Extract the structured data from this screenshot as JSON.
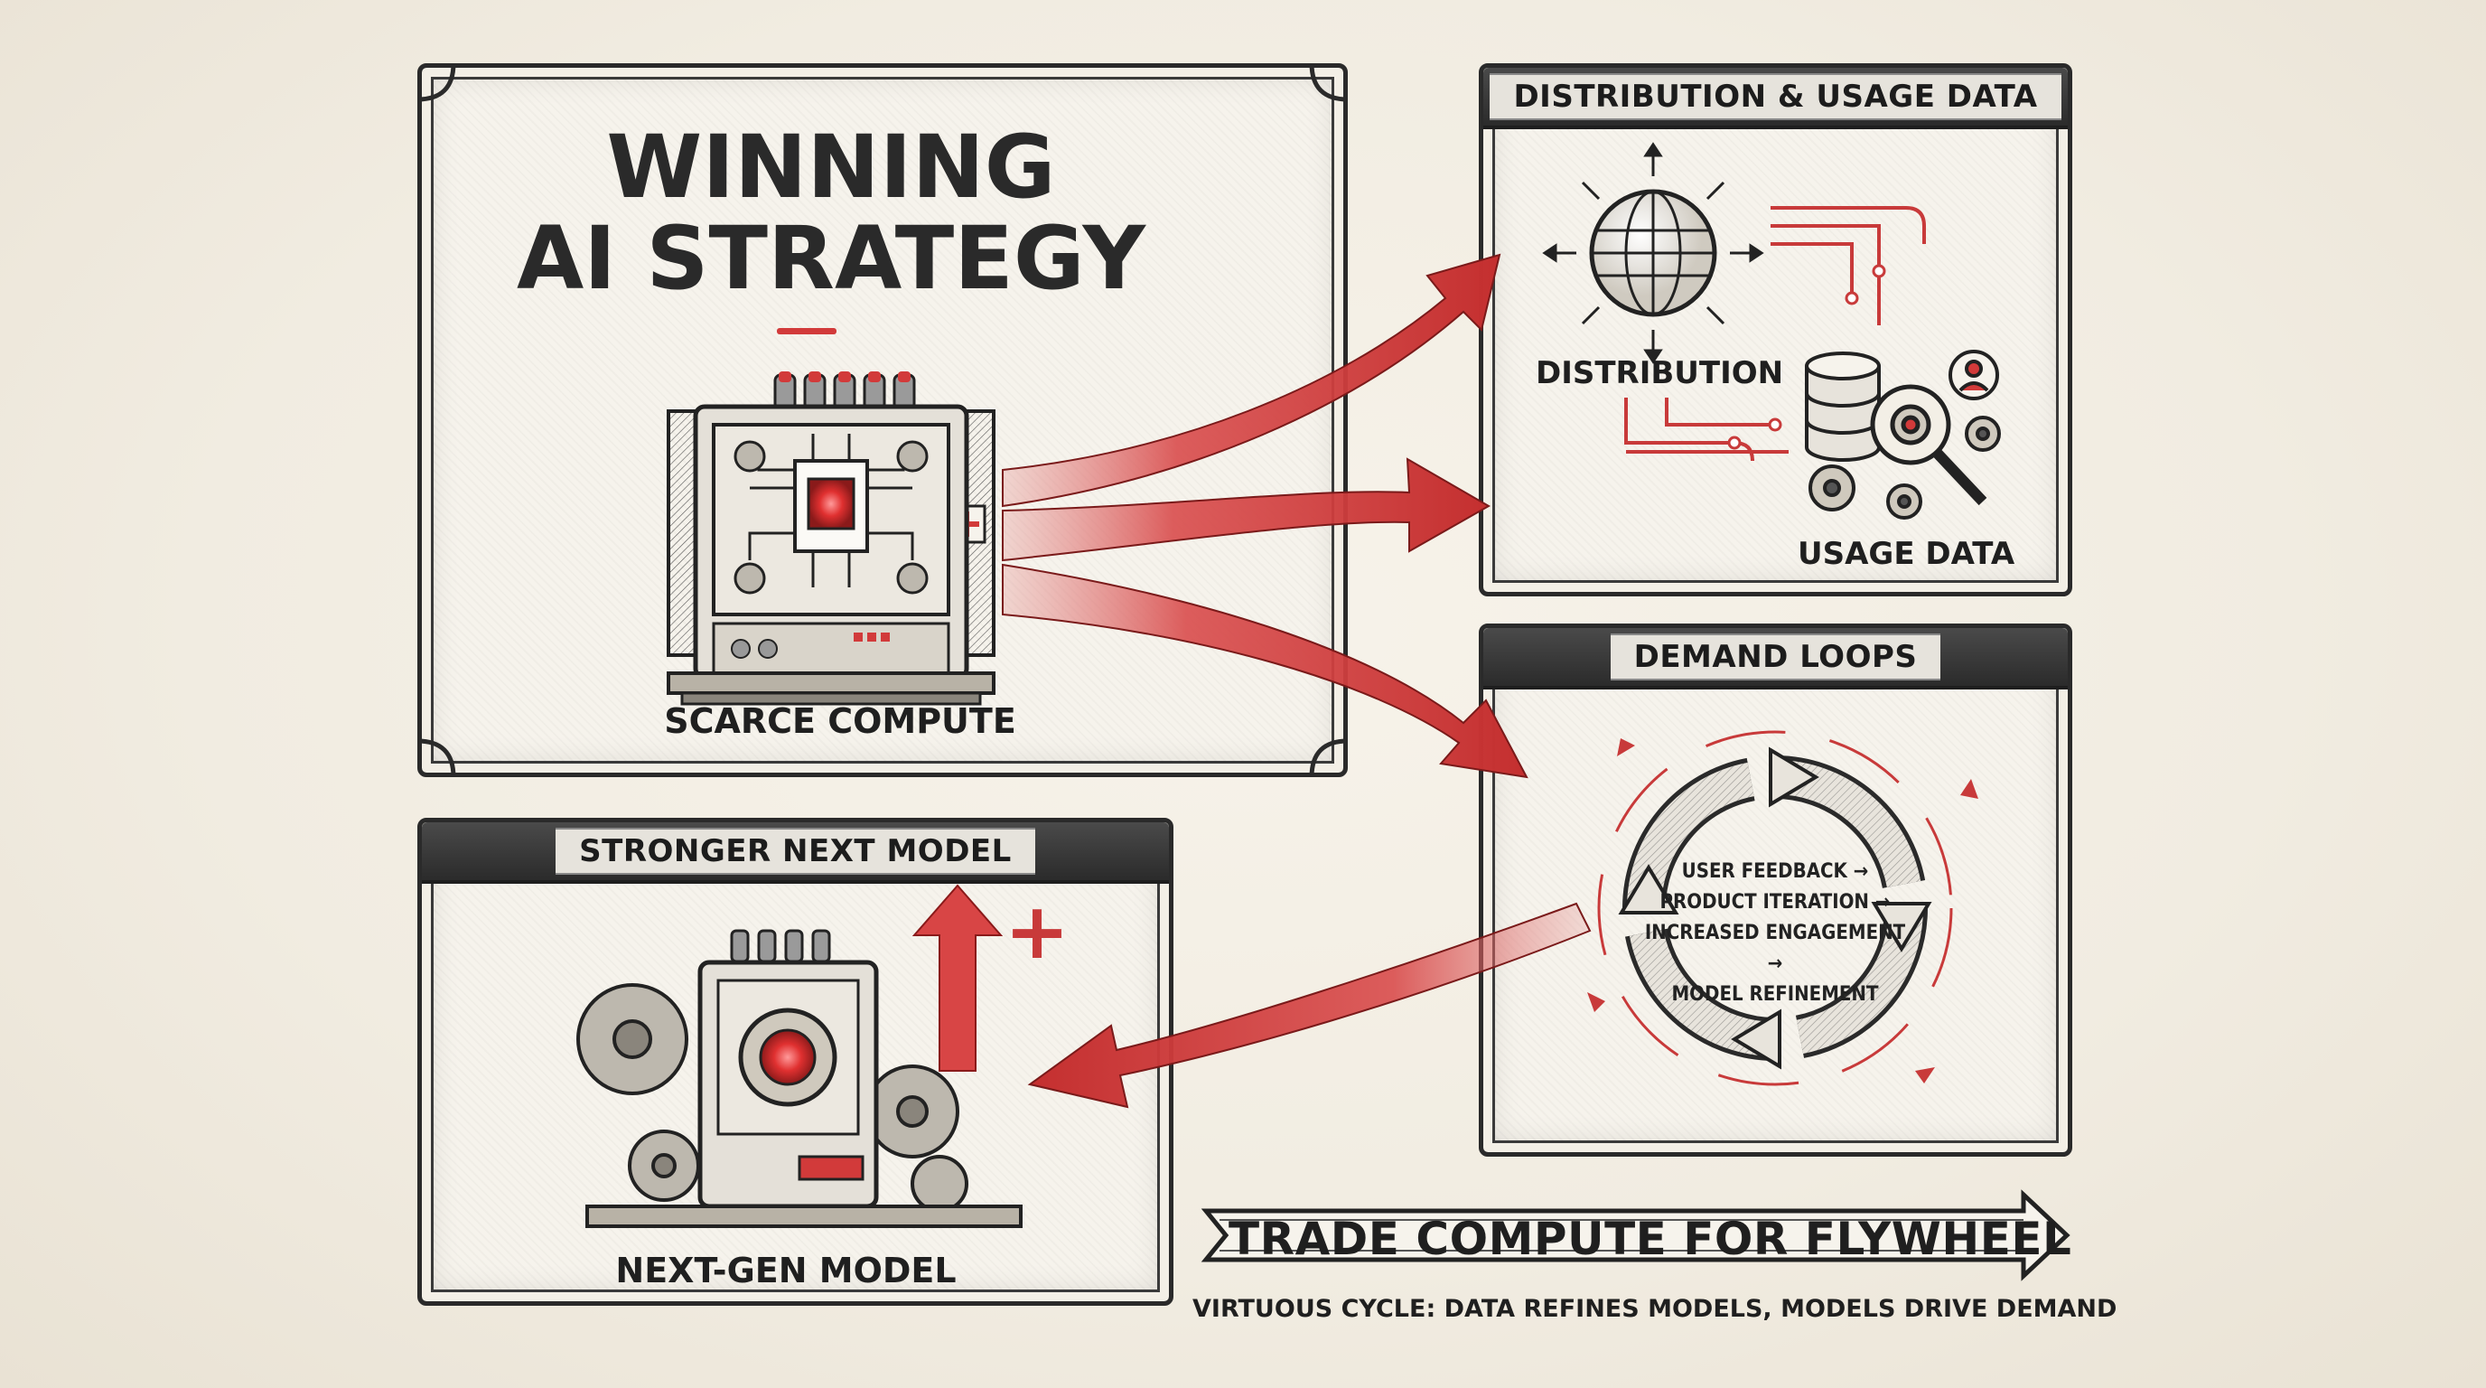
{
  "main_panel": {
    "title_line1": "WINNING",
    "title_line2": "AI STRATEGY",
    "caption": "SCARCE COMPUTE"
  },
  "distribution_panel": {
    "header": "DISTRIBUTION & USAGE DATA",
    "distribution_label": "DISTRIBUTION",
    "usage_label": "USAGE DATA"
  },
  "demand_panel": {
    "header": "DEMAND LOOPS",
    "loop_steps": [
      "USER FEEDBACK →",
      "PRODUCT ITERATION →",
      "INCREASED ENGAGEMENT →",
      "MODEL REFINEMENT"
    ]
  },
  "next_model_panel": {
    "header": "STRONGER NEXT MODEL",
    "caption": "NEXT-GEN MODEL",
    "plus_symbol": "+"
  },
  "banner": {
    "text": "TRADE COMPUTE FOR FLYWHEEL",
    "subtitle": "VIRTUOUS CYCLE: DATA REFINES MODELS, MODELS DRIVE DEMAND"
  },
  "colors": {
    "accent_red": "#d23a3a",
    "ink": "#1c1c1c",
    "paper": "#f3efe6"
  }
}
